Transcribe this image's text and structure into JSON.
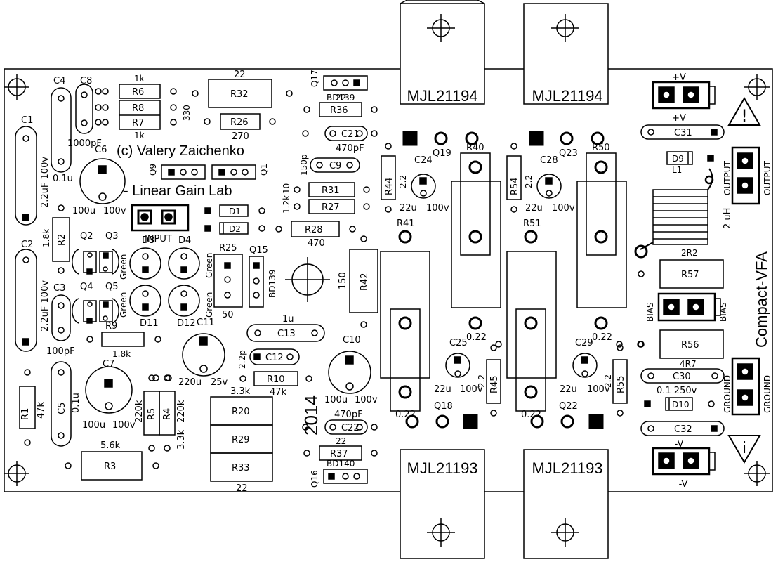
{
  "board": {
    "credit_line1": "(c) Valery Zaichenko",
    "credit_line2": "- Linear Gain Lab",
    "year": "2014",
    "board_name": "Compact-VFA"
  },
  "power_transistors": {
    "top_left": "MJL21194",
    "top_right": "MJL21194",
    "bottom_left": "MJL21193",
    "bottom_right": "MJL21193"
  },
  "connectors": {
    "input": "INPUT",
    "plus_v_top": "+V",
    "plus_v_bottom": "+V",
    "minus_v_top": "-V",
    "minus_v_bottom": "-V",
    "output_left": "OUTPUT",
    "output_right": "OUTPUT",
    "bias_left": "BIAS",
    "bias_right": "BIAS",
    "ground_left": "GROUND",
    "ground_right": "GROUND"
  },
  "warning_signs": {
    "top": "!",
    "bottom": "i"
  },
  "labels": {
    "C1": "C1",
    "C1_val": "2.2uF 100v",
    "C2": "C2",
    "C2_val": "2.2uF 100v",
    "C3": "C3",
    "C3_val": "100pF",
    "C4": "C4",
    "C4_val": "0.1u",
    "C5": "C5",
    "C5_val": "0.1u",
    "C6": "C6",
    "C6_val1": "100u",
    "C6_val2": "100v",
    "C7": "C7",
    "C7_val1": "100u",
    "C7_val2": "100v",
    "C8": "C8",
    "C8_val": "1000pF",
    "C9": "C9",
    "C9_val": "150p",
    "C10": "C10",
    "C10_val1": "100u",
    "C10_val2": "100v",
    "C11": "C11",
    "C11_val1": "220u",
    "C11_val2": "25v",
    "C12": "C12",
    "C12_val": "2.2p",
    "C13": "C13",
    "C13_val": "1u",
    "C21": "C21",
    "C21_val": "470pF",
    "C22": "C22",
    "C22_val": "470pF",
    "C24": "C24",
    "C24_val1": "22u",
    "C24_val2": "100v",
    "C25": "C25",
    "C25_val1": "22u",
    "C25_val2": "100v",
    "C28": "C28",
    "C28_val1": "22u",
    "C28_val2": "100v",
    "C29": "C29",
    "C29_val1": "22u",
    "C29_val2": "100v",
    "C30": "C30",
    "C30_val": "0.1 250v",
    "C31": "C31",
    "C32": "C32",
    "D1": "D1",
    "D2": "D2",
    "D3": "D3",
    "D4": "D4",
    "D9": "D9",
    "D10": "D10",
    "D11": "D11",
    "D12": "D12",
    "L1": "L1",
    "L1_val": "2 uH",
    "R1": "R1",
    "R1_val": "47k",
    "R2": "R2",
    "R2_val": "1.8k",
    "R3": "R3",
    "R3_val": "5.6k",
    "R4": "R4",
    "R4_val": "220k",
    "R5": "R5",
    "R5_val": "220k",
    "R45_33k": "3.3k",
    "R6": "R6",
    "R6_val": "1k",
    "R7": "R7",
    "R7_val": "1k",
    "R8": "R8",
    "R8_val": "330",
    "R9": "R9",
    "R9_val": "1.8k",
    "R10": "R10",
    "R10_val": "47k",
    "R10_extra": "3.3k",
    "R20": "R20",
    "R29": "R29",
    "R33": "R33",
    "R20_val": "22",
    "R25": "R25",
    "R25_val": "50",
    "R26": "R26",
    "R26_val": "270",
    "R27": "R27",
    "R27_val": "1.2k",
    "R28": "R28",
    "R28_val": "470",
    "R31": "R31",
    "R31_val": "10",
    "R32": "R32",
    "R32_val": "22",
    "R36": "R36",
    "R36_val": "22",
    "R37": "R37",
    "R37_val": "22",
    "R40": "R40",
    "R40_val": "0.22",
    "R41": "R41",
    "R41_val": "0.22",
    "R42": "R42",
    "R42_val": "150",
    "R44": "R44",
    "R44_val": "2.2",
    "R45": "R45",
    "R45_val": "2.2",
    "R50": "R50",
    "R50_val": "0.22",
    "R51": "R51",
    "R51_val": "0.22",
    "R54": "R54",
    "R54_val": "2.2",
    "R55": "R55",
    "R55_val": "2.2",
    "R56": "R56",
    "R56_val": "4R7",
    "R57": "R57",
    "R57_val": "2R2",
    "Q1": "Q1",
    "Q2": "Q2",
    "Q3": "Q3",
    "Q4": "Q4",
    "Q5": "Q5",
    "Q9": "Q9",
    "Q15": "Q15",
    "Q15_val": "BD139",
    "Q16": "Q16",
    "Q16_val": "BD140",
    "Q17": "Q17",
    "Q17_val": "BD139",
    "Q18": "Q18",
    "Q19": "Q19",
    "Q22": "Q22",
    "Q23": "Q23",
    "green": "Green"
  }
}
